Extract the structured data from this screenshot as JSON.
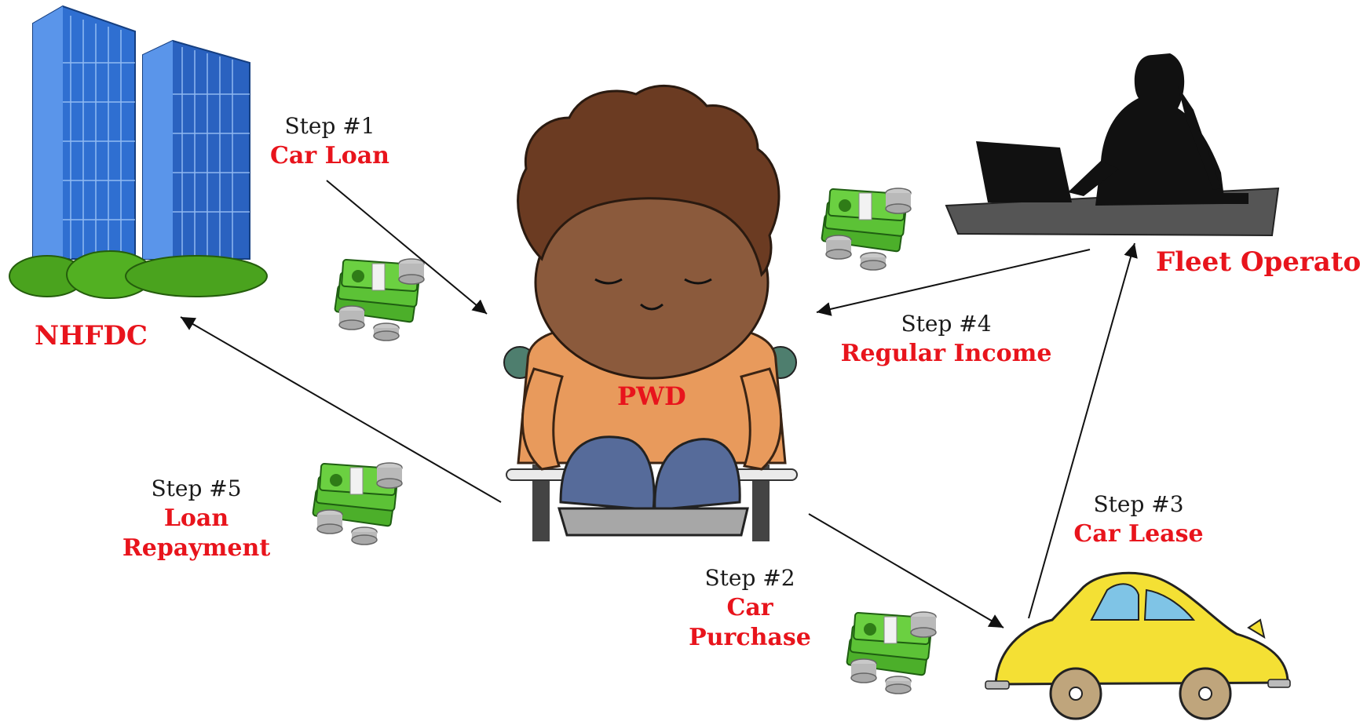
{
  "actors": {
    "nhfdc": "NHFDC",
    "pwd": "PWD",
    "fleet_operator": "Fleet Operator"
  },
  "steps": [
    {
      "step": "Step #1",
      "label": "Car Loan"
    },
    {
      "step": "Step #2",
      "label_line1": "Car",
      "label_line2": "Purchase"
    },
    {
      "step": "Step #3",
      "label": "Car Lease"
    },
    {
      "step": "Step #4",
      "label": "Regular Income"
    },
    {
      "step": "Step #5",
      "label_line1": "Loan",
      "label_line2": "Repayment"
    }
  ],
  "icons": [
    "building-icon",
    "person-in-wheelchair-icon",
    "fleet-operator-silhouette-icon",
    "yellow-car-icon",
    "money-stack-icon"
  ],
  "colors": {
    "label_red": "#e8141c",
    "money_green": "#4caf2a",
    "building_blue": "#2f6fd1",
    "car_yellow": "#f4e034",
    "shirt_orange": "#e89a5c",
    "hair_brown": "#6b3b22"
  }
}
